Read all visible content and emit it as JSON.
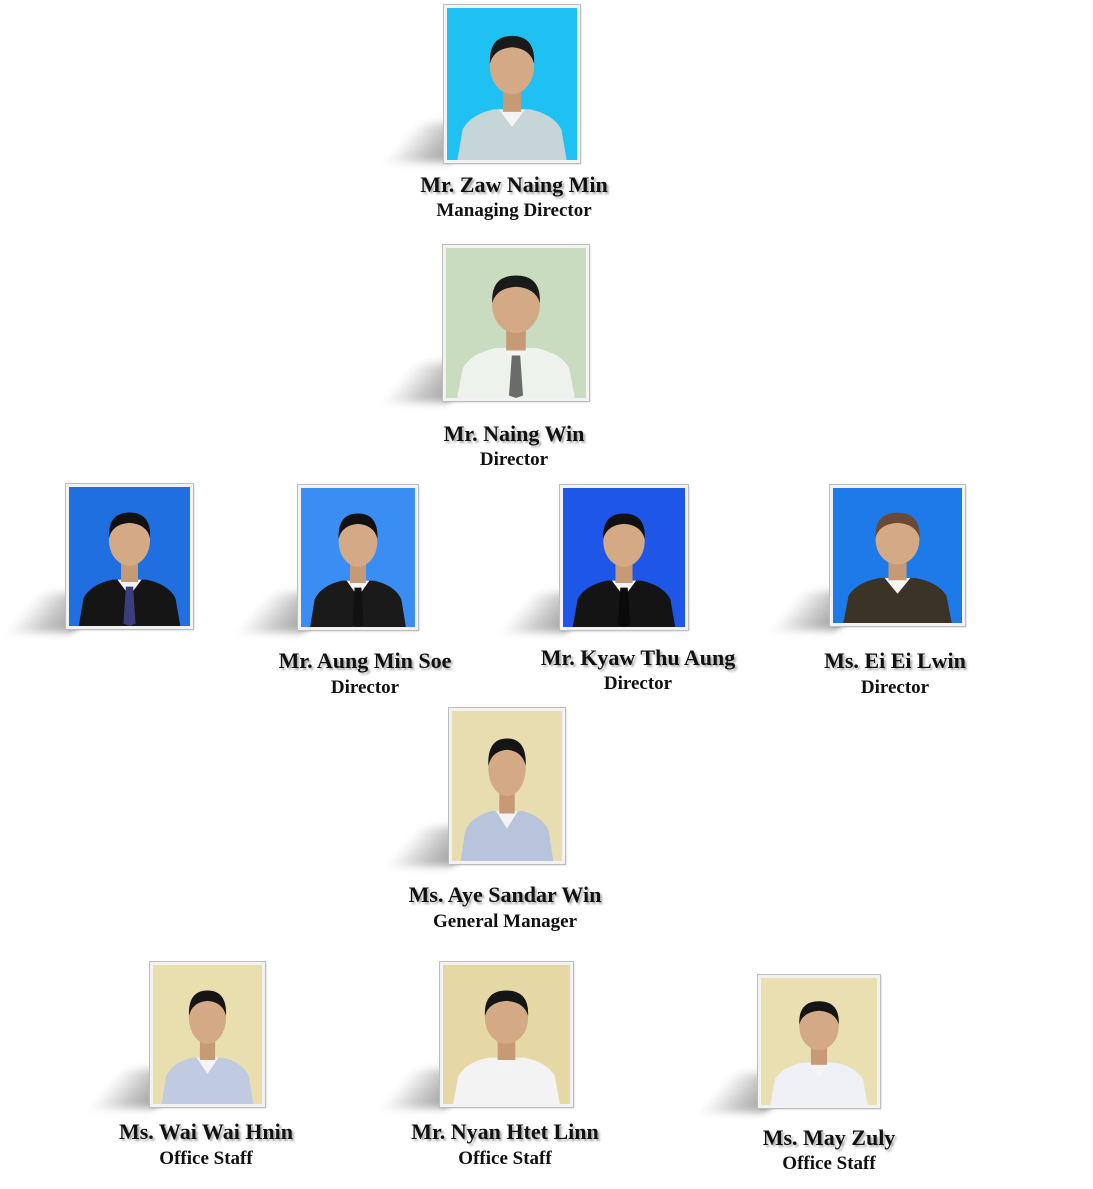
{
  "people": [
    {
      "id": "zaw-naing-min",
      "name": "Mr. Zaw Naing Min",
      "role": "Managing Director",
      "bg": "#1fc0f2",
      "shirt": "#c6d6d8",
      "tie": "",
      "hair": "#1a1a1a"
    },
    {
      "id": "naing-win",
      "name": "Mr. Naing Win",
      "role": "Director",
      "bg": "#c9dcc0",
      "shirt": "#eef2ec",
      "tie": "#6b6b6b",
      "hair": "#1a1a1a"
    },
    {
      "id": "unnamed-director",
      "name": "",
      "role": "",
      "bg": "#1f6fe0",
      "shirt": "#151515",
      "tie": "#3a3f7a",
      "hair": "#111111"
    },
    {
      "id": "aung-min-soe",
      "name": "Mr. Aung Min Soe",
      "role": "Director",
      "bg": "#3a8df2",
      "shirt": "#1a1a1a",
      "tie": "#111111",
      "hair": "#111111"
    },
    {
      "id": "kyaw-thu-aung",
      "name": "Mr. Kyaw Thu Aung",
      "role": "Director",
      "bg": "#1e56e8",
      "shirt": "#141414",
      "tie": "#0a0a0a",
      "hair": "#111111"
    },
    {
      "id": "ei-ei-lwin",
      "name": "Ms. Ei Ei Lwin",
      "role": "Director",
      "bg": "#1e7ae8",
      "shirt": "#3b3325",
      "tie": "",
      "hair": "#6a4a35"
    },
    {
      "id": "aye-sandar-win",
      "name": "Ms. Aye Sandar Win",
      "role": "General Manager",
      "bg": "#e7ddb0",
      "shirt": "#b8c3dc",
      "tie": "",
      "hair": "#151515"
    },
    {
      "id": "wai-wai-hnin",
      "name": "Ms. Wai Wai Hnin",
      "role": "Office Staff",
      "bg": "#e9dfae",
      "shirt": "#c0cbe2",
      "tie": "",
      "hair": "#151515"
    },
    {
      "id": "nyan-htet-linn",
      "name": "Mr. Nyan Htet Linn",
      "role": "Office Staff",
      "bg": "#e6d8a5",
      "shirt": "#f3f3f3",
      "tie": "",
      "hair": "#151515"
    },
    {
      "id": "may-zuly",
      "name": "Ms. May Zuly",
      "role": "Office Staff",
      "bg": "#e9dfb0",
      "shirt": "#eef0f6",
      "tie": "",
      "hair": "#151515"
    }
  ]
}
